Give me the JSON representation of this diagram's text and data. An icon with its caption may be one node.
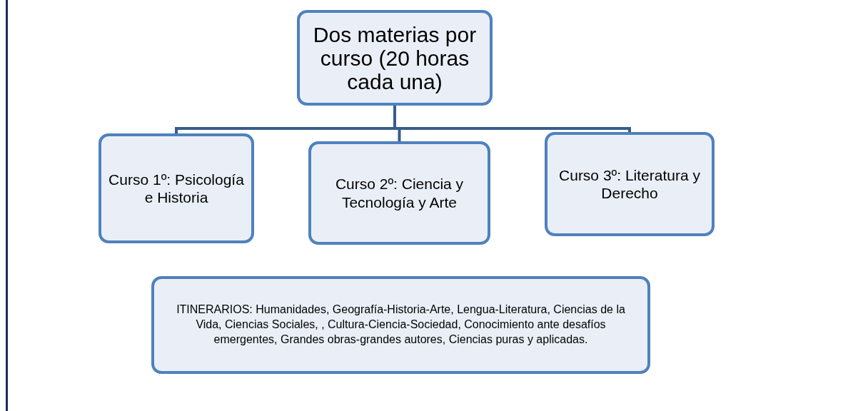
{
  "diagram": {
    "nodes": [
      {
        "text": [
          "Dos materias por curso (20 horas cada una)"
        ]
      },
      {
        "text": [
          "Curso 1º: Psicología e Historia"
        ]
      },
      {
        "text": [
          "Curso 2º: Ciencia y Tecnología y Arte"
        ]
      },
      {
        "text": [
          "Curso 3º: Literatura y Derecho"
        ]
      },
      {
        "text": [
          "ITINERARIOS: Humanidades, Geografía-Historia-Arte, Lengua-Literatura, Ciencias de la Vida, Ciencias Sociales, , Cultura-Ciencia-Sociedad, Conocimiento ante desafíos emergentes, Grandes obras-grandes autores, Ciencias puras y aplicadas."
        ]
      }
    ],
    "edges": [
      {
        "from": 0,
        "to": 1,
        "arrow": "none"
      },
      {
        "from": 0,
        "to": 2,
        "arrow": "none"
      },
      {
        "from": 0,
        "to": 3,
        "arrow": "none"
      }
    ]
  }
}
